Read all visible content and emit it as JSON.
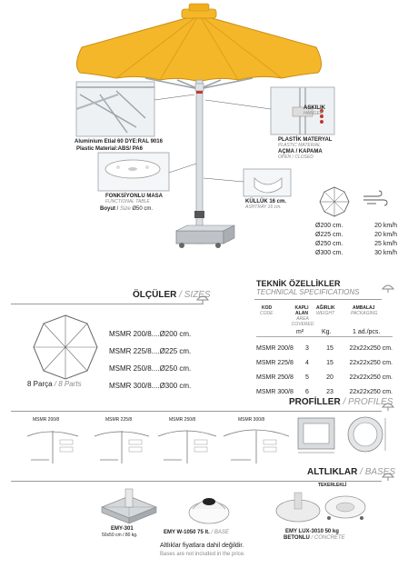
{
  "callouts": {
    "material_line1": "Aluminium Etial 60 DYE:RAL 9016",
    "material_line2": "Plastic Material:ABS/ PA6",
    "hanger_tr": "ASKILIK",
    "hanger_en": "HANGER",
    "plastic_tr": "PLASTİK MATERYAL",
    "plastic_en": "PLASTIC MATERIAL",
    "open_close_tr": "AÇMA / KAPAMA",
    "open_close_en": "OPEN / CLOSED",
    "table_tr": "FONKSİYONLU MASA",
    "table_en": "FUNCTIONAL TABLE",
    "table_size_tr": "Boyut",
    "table_size_sep": " / ",
    "table_size_en": "Size",
    "table_size_val": " Ø50 cm.",
    "ashtray_tr": "KÜLLÜK 16 cm.",
    "ashtray_en": "ASHTRAY 16 cm."
  },
  "wind": [
    {
      "size": "Ø200 cm.",
      "speed": "20 km/h"
    },
    {
      "size": "Ø225 cm.",
      "speed": "20 km/h"
    },
    {
      "size": "Ø250 cm.",
      "speed": "25 km/h"
    },
    {
      "size": "Ø300 cm.",
      "speed": "30 km/h"
    }
  ],
  "sizes": {
    "title_tr": "ÖLÇÜLER",
    "title_sep": " / ",
    "title_en": "SIZES",
    "parts_tr": "8 Parça",
    "parts_sep": " / ",
    "parts_en": "8 Parts",
    "models": [
      "MSMR 200/8....Ø200 cm.",
      "MSMR 225/8....Ø225 cm.",
      "MSMR 250/8....Ø250 cm.",
      "MSMR 300/8....Ø300 cm."
    ]
  },
  "tech": {
    "title_tr": "TEKNİK ÖZELLİKLER",
    "title_en": "TECHNICAL SPECIFICATIONS",
    "cols": [
      {
        "tr": "KOD",
        "en": "CODE"
      },
      {
        "tr": "KAPLI ALAN",
        "en": "AREA COVERED"
      },
      {
        "tr": "AĞIRLIK",
        "en": "WEIGHT"
      },
      {
        "tr": "AMBALAJ",
        "en": "PACKAGING"
      }
    ],
    "units": [
      "m²",
      "Kg.",
      "1 ad./pcs."
    ],
    "rows": [
      [
        "MSMR 200/8",
        "3",
        "15",
        "22x22x250 cm."
      ],
      [
        "MSMR 225/8",
        "4",
        "15",
        "22x22x250 cm."
      ],
      [
        "MSMR 250/8",
        "5",
        "20",
        "22x22x250 cm."
      ],
      [
        "MSMR 300/8",
        "6",
        "23",
        "22x22x250 cm."
      ]
    ]
  },
  "profiles": {
    "title_tr": "PROFİLLER",
    "title_sep": " / ",
    "title_en": "PROFILES",
    "labels": [
      "MSMR 200/8",
      "MSMR 225/8",
      "MSMR 250/8",
      "MSMR 300/8"
    ]
  },
  "bases": {
    "title_tr": "ALTLIKLAR",
    "title_sep": " / ",
    "title_en": "BASES",
    "wheels": "TEKERLEKLİ",
    "items": [
      {
        "name": "EMY-301",
        "detail": "50x50 cm / 80 kg."
      },
      {
        "name": "EMY W-1050 75 lt.",
        "sep": " / ",
        "en": "BASE"
      },
      {
        "name": "EMY LUX-3010 50 kg",
        "detail_tr": "BETONLU",
        "sep": " / ",
        "detail_en": "CONCRETE"
      }
    ],
    "note_tr": "Altlıklar fiyatlara dahil değildir.",
    "note_en": "Bases are not included in the price."
  },
  "colors": {
    "canopy": "#f5b72a",
    "canopy_dark": "#d99a16",
    "accent": "#c0392b"
  }
}
